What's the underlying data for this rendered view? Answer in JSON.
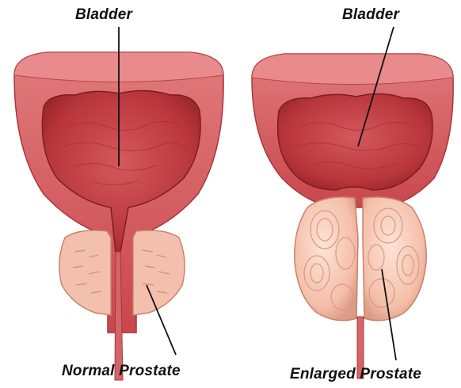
{
  "labels": {
    "normal_bladder": "Bladder",
    "enlarged_bladder": "Bladder",
    "normal_prostate": "Normal Prostate",
    "enlarged_prostate": "Enlarged Prostate"
  },
  "colors": {
    "wall_outer": "#c8484c",
    "wall_inner": "#e9888a",
    "cavity": "#bb3a3e",
    "prostate_fill": "#f6c3b1",
    "prostate_edge": "#c8826f",
    "urethra": "#d2656a",
    "leader": "#111111"
  }
}
